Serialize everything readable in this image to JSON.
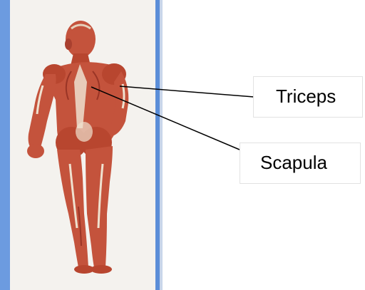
{
  "labels": [
    {
      "id": "triceps",
      "text": "Triceps"
    },
    {
      "id": "scapula",
      "text": "Scapula"
    }
  ],
  "colors": {
    "frame_blue": "#5b8ed8",
    "poster_bg": "#f4f2ee",
    "muscle": "#c4533c",
    "muscle_dark": "#9a3526",
    "tendon": "#efe1cf",
    "leader_line": "#000000"
  },
  "icons": [
    "muscle-figure-illustration"
  ]
}
